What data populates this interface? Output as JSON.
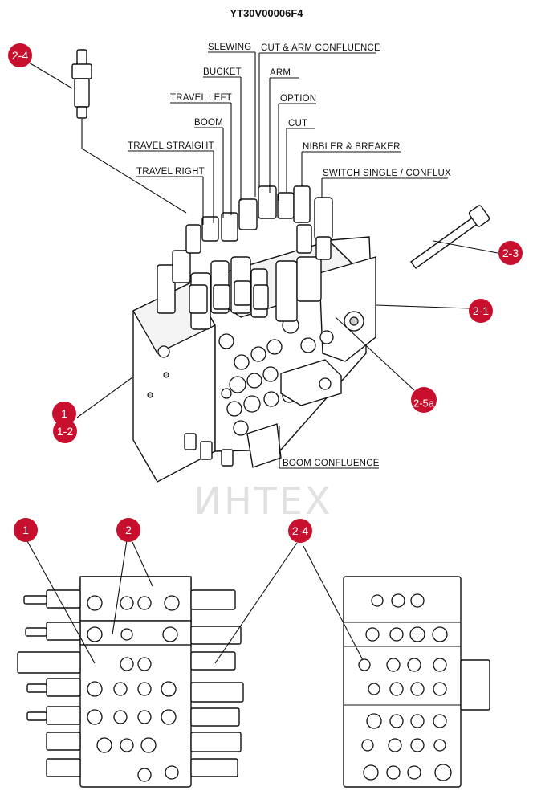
{
  "title": "YT30V00006F4",
  "watermark": "ИНТЕХ",
  "accent_color": "#c8102e",
  "labels": {
    "slewing": "SLEWING",
    "cut_arm_confluence": "CUT & ARM CONFLUENCE",
    "bucket": "BUCKET",
    "arm": "ARM",
    "travel_left": "TRAVEL LEFT",
    "option": "OPTION",
    "boom": "BOOM",
    "cut": "CUT",
    "travel_straight": "TRAVEL STRAIGHT",
    "nibbler_breaker": "NIBBLER & BREAKER",
    "travel_right": "TRAVEL RIGHT",
    "switch_single_conflux": "SWITCH SINGLE / CONFLUX",
    "boom_confluence": "BOOM CONFLUENCE"
  },
  "callouts": {
    "c_2_4_top": "2-4",
    "c_2_3": "2-3",
    "c_2_1": "2-1",
    "c_2_5a": "2-5a",
    "c_1_top": "1",
    "c_1_2": "1-2",
    "c_1_bottom": "1",
    "c_2_bottom": "2",
    "c_2_4_bottom": "2-4"
  }
}
